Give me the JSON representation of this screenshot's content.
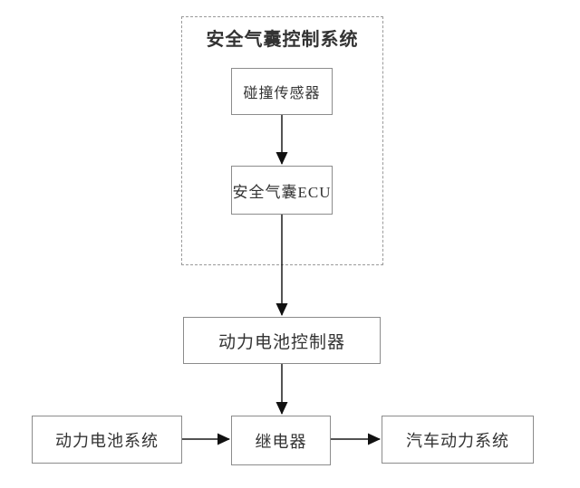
{
  "diagram": {
    "type": "flowchart",
    "group": {
      "title": "安全气囊控制系统",
      "border_style": "dashed"
    },
    "nodes": [
      {
        "id": "crash-sensor",
        "label": "碰撞传感器"
      },
      {
        "id": "airbag-ecu",
        "label": "安全气囊ECU"
      },
      {
        "id": "battery-controller",
        "label": "动力电池控制器"
      },
      {
        "id": "battery-system",
        "label": "动力电池系统"
      },
      {
        "id": "relay",
        "label": "继电器"
      },
      {
        "id": "vehicle-power",
        "label": "汽车动力系统"
      }
    ],
    "edges": [
      {
        "from": "碰撞传感器",
        "to": "安全气囊ECU",
        "direction": "down"
      },
      {
        "from": "安全气囊ECU",
        "to": "动力电池控制器",
        "direction": "down"
      },
      {
        "from": "动力电池控制器",
        "to": "继电器",
        "direction": "down"
      },
      {
        "from": "动力电池系统",
        "to": "继电器",
        "direction": "right"
      },
      {
        "from": "继电器",
        "to": "汽车动力系统",
        "direction": "right"
      }
    ],
    "colors": {
      "background": "#ffffff",
      "box_border": "#8c8c8c",
      "group_border": "#9a9a9a",
      "text": "#333333",
      "arrow": "#1a1a1a"
    }
  }
}
